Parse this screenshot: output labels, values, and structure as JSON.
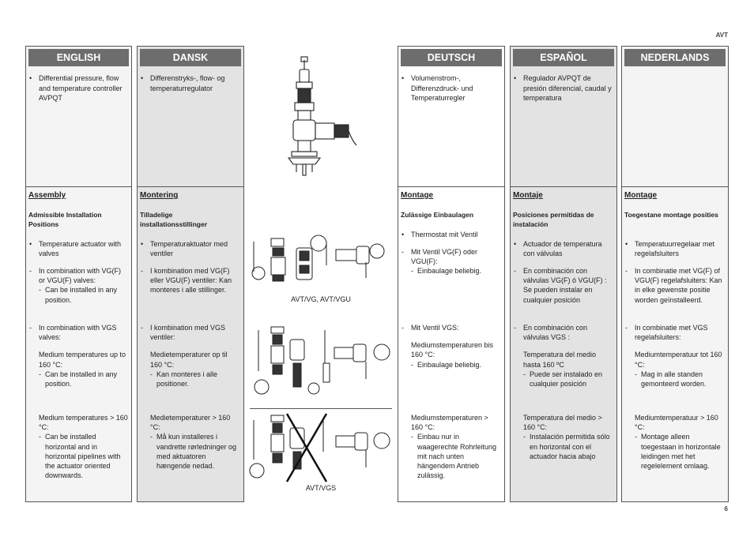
{
  "header": {
    "code": "AVT"
  },
  "footer": {
    "page": "6"
  },
  "columns": {
    "english": {
      "tab": "ENGLISH",
      "intro": "Differential pressure, flow and temperature controller AVPQT",
      "section_title": "Assembly",
      "section_sub": "Admissible Installation Positions",
      "b1": "Temperature actuator with valves",
      "b2": "In combination with VG(F) or VGU(F) valves:",
      "b2s": "Can be installed in any position.",
      "b3": "In combination with VGS valves:",
      "b3p": "Medium temperatures up to 160 °C:",
      "b3s": "Can be installed in any position.",
      "b4p": "Medium temperatures > 160 °C:",
      "b4s": "Can be installed horizontal and in horizontal pipelines with the actuator oriented downwards."
    },
    "dansk": {
      "tab": "DANSK",
      "intro": "Differenstryks-, flow- og temperaturregulator",
      "section_title": "Montering",
      "section_sub": "Tilladelige installationsstillinger",
      "b1": "Temperaturaktuator med ventiler",
      "b2": "I kombination med VG(F) eller VGU(F) ventiler: Kan monteres i alle stillinger.",
      "b3": "I kombination med VGS ventiler:",
      "b3p": "Medietemperaturer op til 160 °C:",
      "b3s": "Kan monteres i alle positioner.",
      "b4p": "Medietemperaturer > 160 °C:",
      "b4s": "Må kun installeres i vandrette rørledninger og med aktuatoren hængende nedad."
    },
    "deutsch": {
      "tab": "DEUTSCH",
      "intro": "Volumenstrom-, Differenzdruck- und Temperaturregler",
      "section_title": "Montage",
      "section_sub": "Zulässige Einbaulagen",
      "b1": "Thermostat mit Ventil",
      "b2": "Mit Ventil VG(F) oder VGU(F):",
      "b2s": "Einbaulage beliebig.",
      "b3": "Mit Ventil VGS:",
      "b3p": "Mediumstemperaturen bis 160 °C:",
      "b3s": "Einbaulage beliebig.",
      "b4p": "Mediumstemperaturen > 160 °C:",
      "b4s": "Einbau nur in waagerechte Rohrleitung mit nach unten hängendem Antrieb zulässig."
    },
    "espanol": {
      "tab": "ESPAÑOL",
      "intro": "Regulador AVPQT de presión diferencial, caudal y temperatura",
      "section_title": "Montaje",
      "section_sub": "Posiciones permitidas de instalación",
      "b1": "Actuador de temperatura con válvulas",
      "b2": "En combinación con válvulas VG(F) ó VGU(F) : Se pueden instalar en cualquier posición",
      "b3": "En combinación con válvulas VGS :",
      "b3p": "Temperatura del medio hasta 160 ºC",
      "b3s": "Puede ser instalado en cualquier posición",
      "b4p": "Temperatura del medio > 160 °C:",
      "b4s": "Instalación permitida sólo en horizontal con el actuador hacia abajo"
    },
    "nederlands": {
      "tab": "NEDERLANDS",
      "intro": "",
      "section_title": "Montage",
      "section_sub": "Toegestane montage posities",
      "b1": "Temperatuurregelaar met regelafsluiters",
      "b2": "In combinatie met VG(F) of VGU(F) regelafsluiters: Kan in elke gewenste positie worden geïnstalleerd.",
      "b3": "In combinatie met VGS regelafsluiters:",
      "b3p": "Mediumtemperatuur tot 160 °C:",
      "b3s": "Mag in alle standen gemonteerd worden.",
      "b4p": "Mediumtemperatuur > 160 °C:",
      "b4s": "Montage alleen toegestaan in horizontale leidingen met het regelelement omlaag."
    }
  },
  "figures": {
    "caption_vg": "AVT/VG, AVT/VGU",
    "caption_vgs": "AVT/VGS"
  }
}
